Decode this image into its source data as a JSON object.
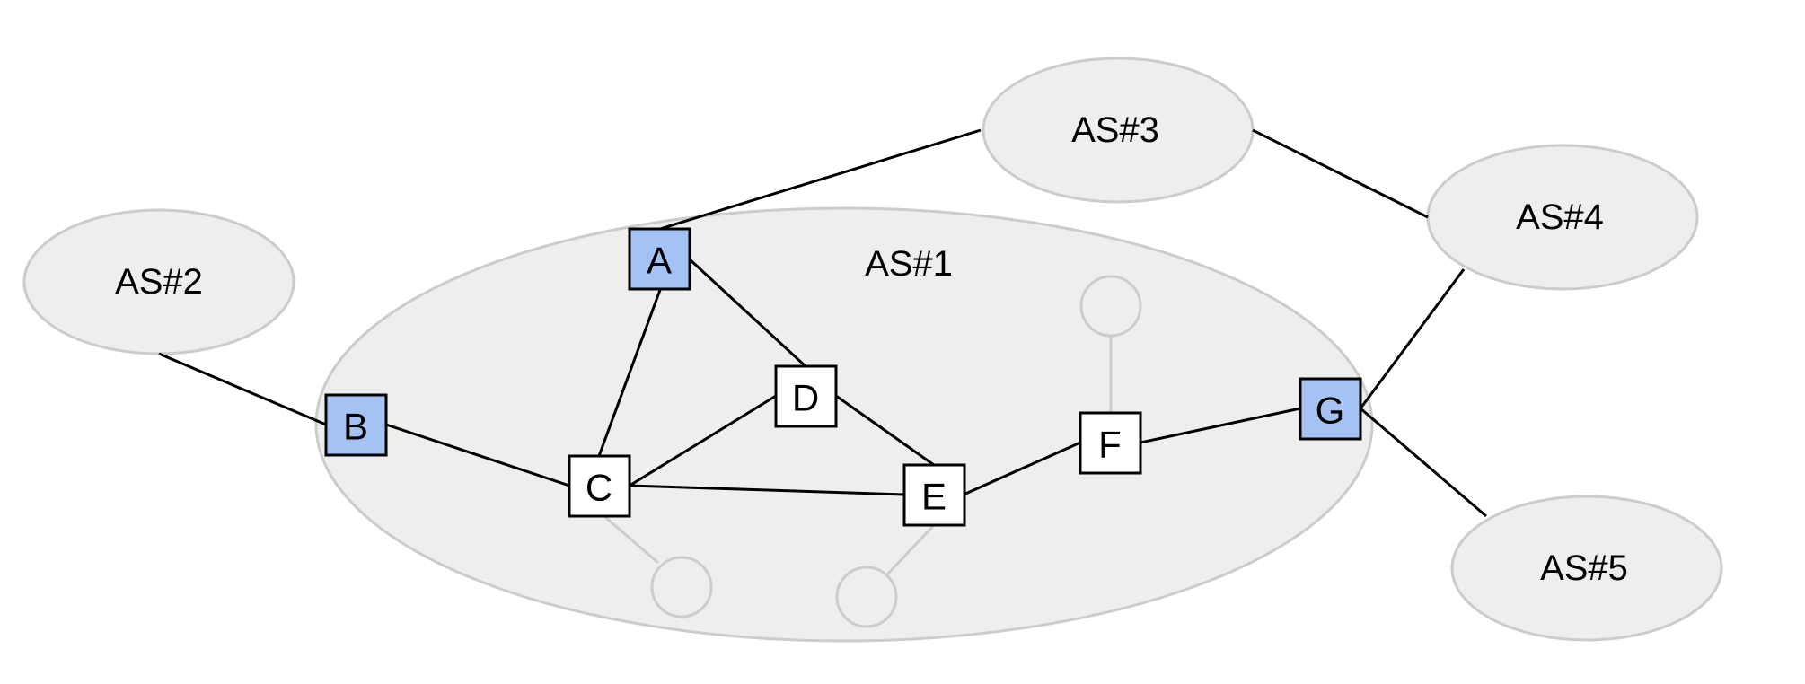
{
  "colors": {
    "as_fill": "#eeeeee",
    "as_stroke": "#cccccc",
    "border_router_fill": "#a4c2f4",
    "internal_router_fill": "#ffffff",
    "link": "#000000",
    "host": "#cccccc"
  },
  "autonomous_systems": [
    {
      "id": "as1",
      "label": "AS#1"
    },
    {
      "id": "as2",
      "label": "AS#2"
    },
    {
      "id": "as3",
      "label": "AS#3"
    },
    {
      "id": "as4",
      "label": "AS#4"
    },
    {
      "id": "as5",
      "label": "AS#5"
    }
  ],
  "routers": [
    {
      "id": "A",
      "label": "A",
      "role": "border"
    },
    {
      "id": "B",
      "label": "B",
      "role": "border"
    },
    {
      "id": "C",
      "label": "C",
      "role": "internal"
    },
    {
      "id": "D",
      "label": "D",
      "role": "internal"
    },
    {
      "id": "E",
      "label": "E",
      "role": "internal"
    },
    {
      "id": "F",
      "label": "F",
      "role": "internal"
    },
    {
      "id": "G",
      "label": "G",
      "role": "border"
    }
  ],
  "links": [
    {
      "from": "A",
      "to": "AS#3"
    },
    {
      "from": "AS#3",
      "to": "AS#4"
    },
    {
      "from": "AS#2",
      "to": "B"
    },
    {
      "from": "A",
      "to": "D"
    },
    {
      "from": "A",
      "to": "C"
    },
    {
      "from": "B",
      "to": "C"
    },
    {
      "from": "C",
      "to": "D"
    },
    {
      "from": "C",
      "to": "E"
    },
    {
      "from": "D",
      "to": "E"
    },
    {
      "from": "E",
      "to": "F"
    },
    {
      "from": "F",
      "to": "G"
    },
    {
      "from": "G",
      "to": "AS#4"
    },
    {
      "from": "G",
      "to": "AS#5"
    }
  ],
  "hosts": [
    {
      "attached_to": "C"
    },
    {
      "attached_to": "E"
    },
    {
      "attached_to": "F"
    }
  ]
}
